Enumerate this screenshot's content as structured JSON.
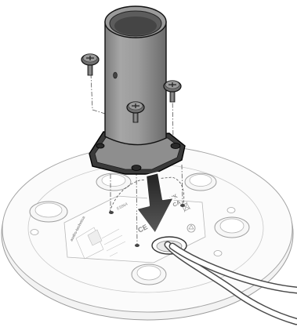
{
  "figure": {
    "brand_text": "audio-technica",
    "model_text": "ES964",
    "mark_ce": "CE",
    "mark_uk": "UK",
    "mark_ca": "CA"
  }
}
